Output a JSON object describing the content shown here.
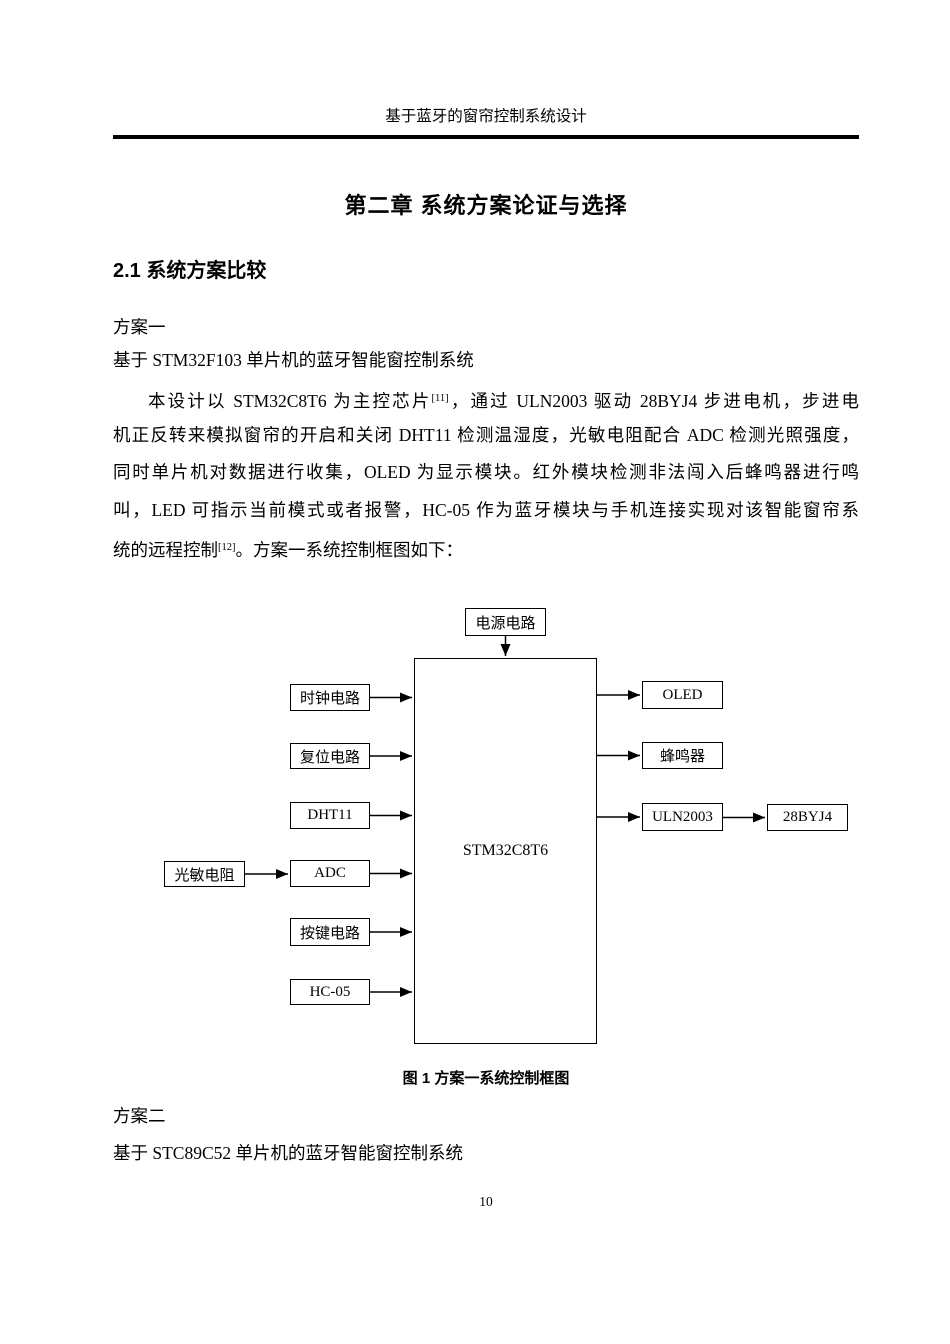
{
  "page": {
    "header": "基于蓝牙的窗帘控制系统设计",
    "page_number": "10"
  },
  "content": {
    "chapter_title": "第二章 系统方案论证与选择",
    "section_title": "2.1 系统方案比较",
    "scheme1_label": "方案一",
    "scheme1_subtitle": "基于 STM32F103 单片机的蓝牙智能窗控制系统",
    "paragraph": {
      "line1_pre": "本设计以 STM32C8T6 为主控芯片",
      "line1_sup": "[11]",
      "line1_post": "，通过 ULN2003 驱动 28BYJ4 步进电机，步进电",
      "line2": "机正反转来模拟窗帘的开启和关闭 DHT11 检测温湿度，光敏电阻配合 ADC 检测光照强度，",
      "line3": "同时单片机对数据进行收集，OLED 为显示模块。红外模块检测非法闯入后蜂鸣器进行鸣",
      "line4": "叫，LED 可指示当前模式或者报警，HC-05 作为蓝牙模块与手机连接实现对该智能窗帘系",
      "line5_pre": "统的远程控制",
      "line5_sup": "[12]",
      "line5_post": "。方案一系统控制框图如下："
    },
    "figure_caption": "图 1 方案一系统控制框图",
    "scheme2_label": "方案二",
    "scheme2_subtitle": "基于 STC89C52 单片机的蓝牙智能窗控制系统"
  },
  "diagram": {
    "blocks": {
      "power": "电源电路",
      "clock": "时钟电路",
      "reset": "复位电路",
      "dht11": "DHT11",
      "photoresistor": "光敏电阻",
      "adc": "ADC",
      "keys": "按键电路",
      "hc05": "HC-05",
      "mcu": "STM32C8T6",
      "oled": "OLED",
      "buzzer": "蜂鸣器",
      "uln2003": "ULN2003",
      "motor": "28BYJ4"
    }
  }
}
